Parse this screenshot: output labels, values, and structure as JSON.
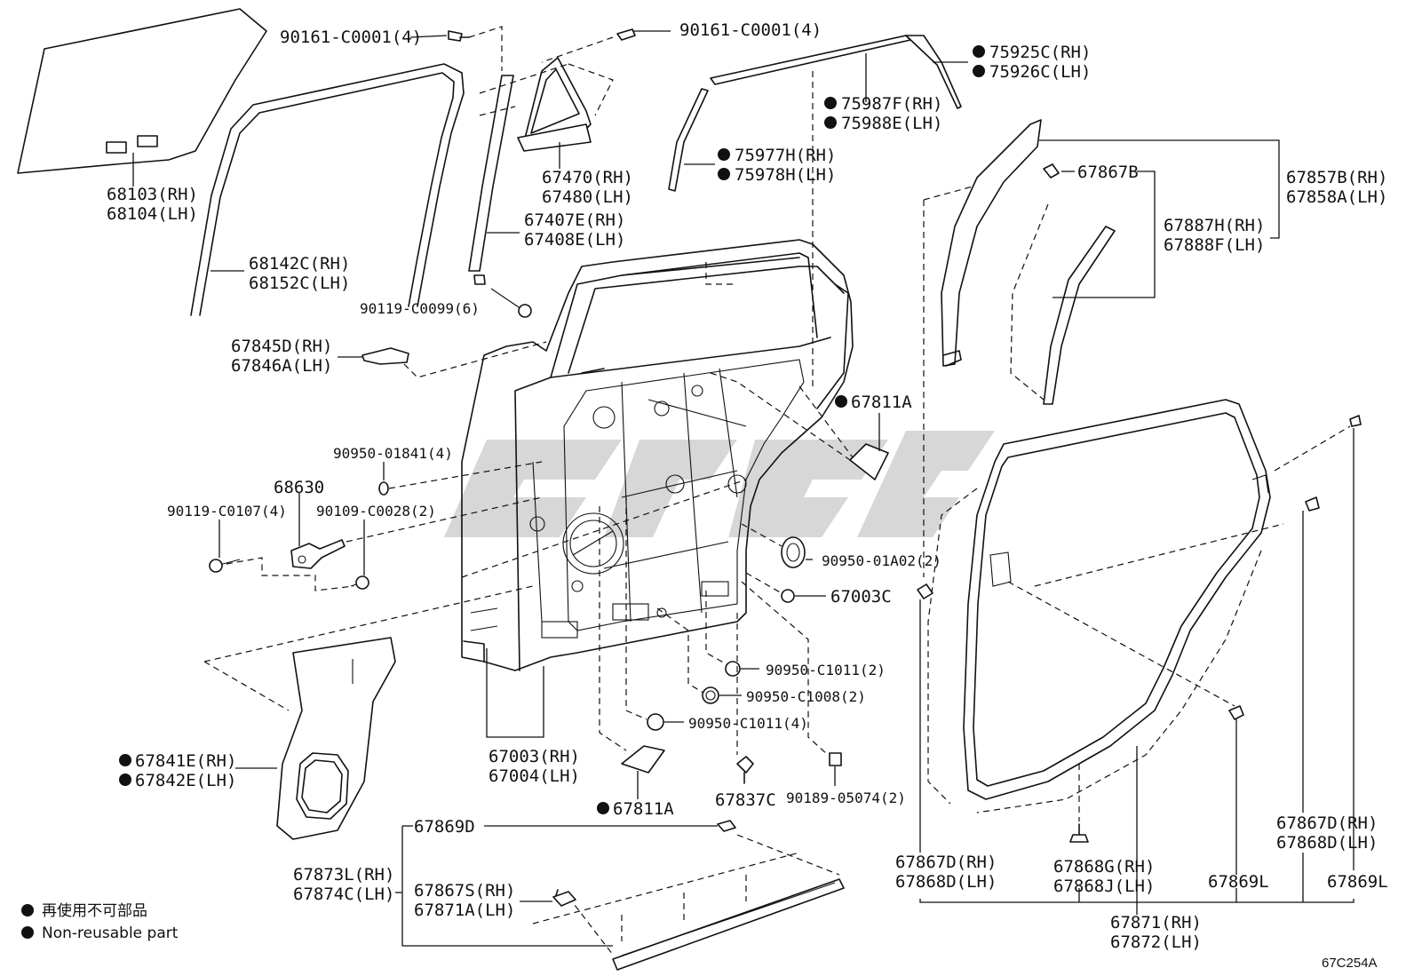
{
  "legend": {
    "jp": "再使用不可部品",
    "en": "Non-reusable part"
  },
  "drawing_code": "67C254A",
  "labels": {
    "l_90161_a": "90161-C0001(4)",
    "l_90161_b": "90161-C0001(4)",
    "l_75925": [
      "75925C(RH)",
      "75926C(LH)"
    ],
    "l_75987": [
      "75987F(RH)",
      "75988E(LH)"
    ],
    "l_75977": [
      "75977H(RH)",
      "75978H(LH)"
    ],
    "l_68103": [
      "68103(RH)",
      "68104(LH)"
    ],
    "l_67470": [
      "67470(RH)",
      "67480(LH)"
    ],
    "l_67407": [
      "67407E(RH)",
      "67408E(LH)"
    ],
    "l_68142": [
      "68142C(RH)",
      "68152C(LH)"
    ],
    "l_90119_a": "90119-C0099(6)",
    "l_67845": [
      "67845D(RH)",
      "67846A(LH)"
    ],
    "l_67867b": "67867B",
    "l_67857": [
      "67857B(RH)",
      "67858A(LH)"
    ],
    "l_67887": [
      "67887H(RH)",
      "67888F(LH)"
    ],
    "l_67811_top": "67811A",
    "l_90950_a": "90950-01841(4)",
    "l_68630": "68630",
    "l_90119_b": "90119-C0107(4)",
    "l_90109": "90109-C0028(2)",
    "l_90950_b": "90950-01A02(2)",
    "l_67003c": "67003C",
    "l_90950_c": "90950-C1011(2)",
    "l_90950_d": "90950-C1008(2)",
    "l_90950_e": "90950-C1011(4)",
    "l_67841": [
      "67841E(RH)",
      "67842E(LH)"
    ],
    "l_67003": [
      "67003(RH)",
      "67004(LH)"
    ],
    "l_67811_bot": "67811A",
    "l_67837": "67837C",
    "l_90189": "90189-05074(2)",
    "l_67869d": "67869D",
    "l_67873": [
      "67873L(RH)",
      "67874C(LH)"
    ],
    "l_67867s": [
      "67867S(RH)",
      "67871A(LH)"
    ],
    "l_67867d_l": [
      "67867D(RH)",
      "67868D(LH)"
    ],
    "l_67868g": [
      "67868G(RH)",
      "67868J(LH)"
    ],
    "l_67869l_a": "67869L",
    "l_67867d_r": [
      "67867D(RH)",
      "67868D(LH)"
    ],
    "l_67869l_b": "67869L",
    "l_67871": [
      "67871(RH)",
      "67872(LH)"
    ]
  }
}
